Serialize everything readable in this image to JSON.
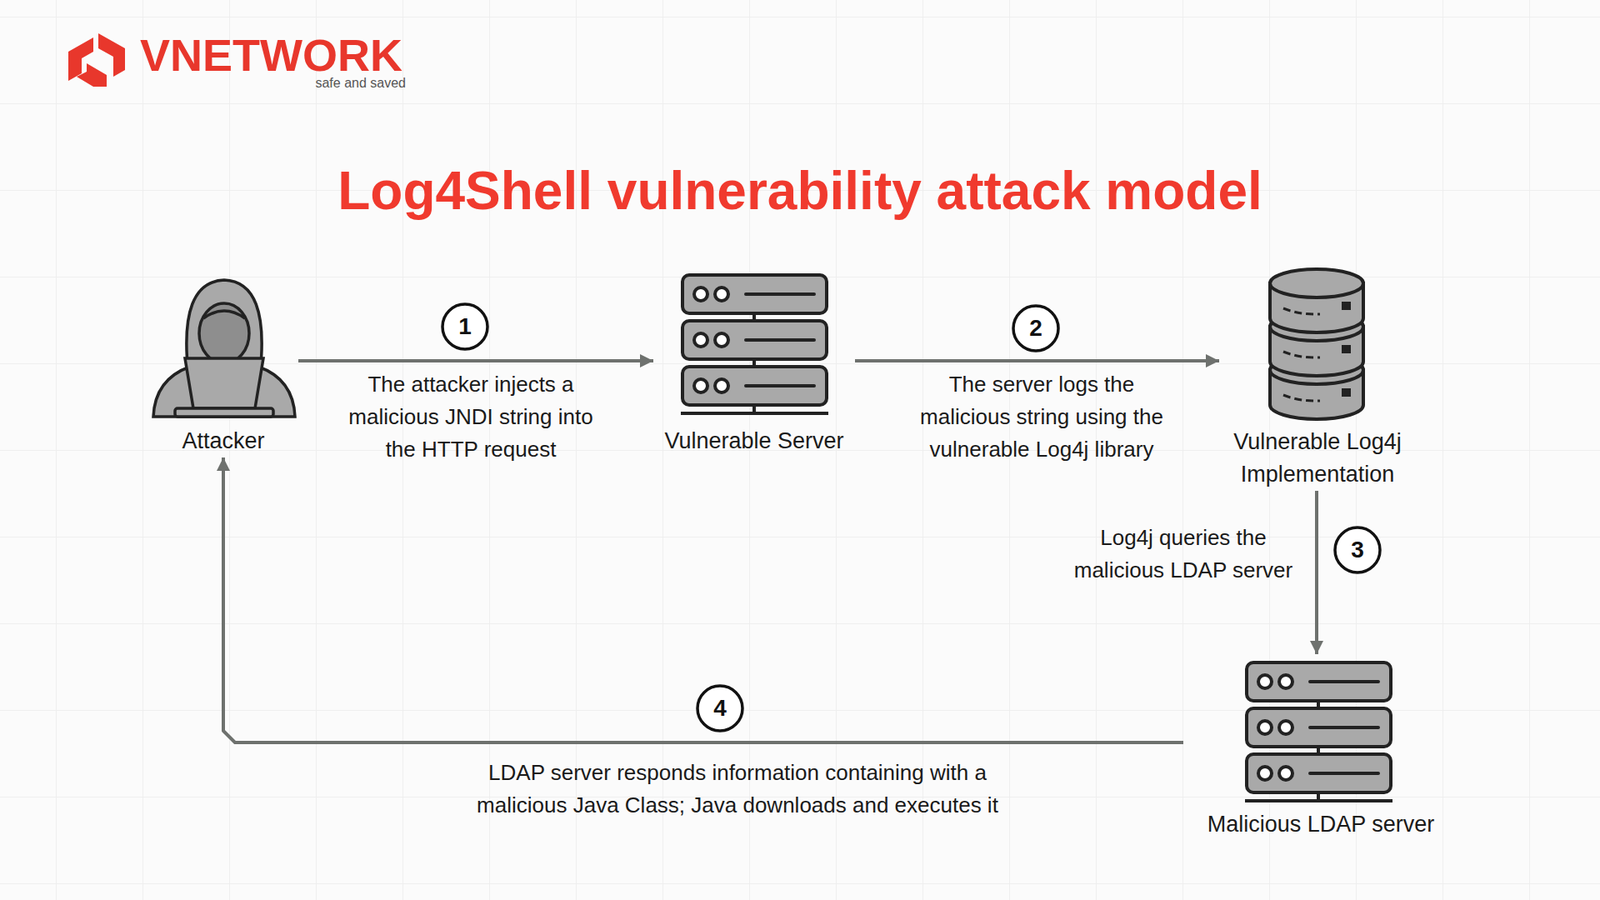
{
  "diagram": {
    "title": "Log4Shell vulnerability attack model",
    "nodes": [
      {
        "text": [
          "Attacker"
        ]
      },
      {
        "text": [
          "Vulnerable Server"
        ]
      },
      {
        "text": [
          "Vulnerable Log4j Implementation"
        ]
      },
      {
        "text": [
          "Malicious LDAP server"
        ]
      }
    ],
    "edges": [
      {
        "from": 0,
        "to": 1,
        "label": "The attacker injects a malicious JNDI string into the HTTP request",
        "arrow": "to"
      },
      {
        "from": 1,
        "to": 2,
        "label": "The server logs the malicious string using the vulnerable Log4j library",
        "arrow": "to"
      },
      {
        "from": 2,
        "to": 3,
        "label": "Log4j queries the malicious LDAP server",
        "arrow": "to"
      },
      {
        "from": 3,
        "to": 0,
        "label": "LDAP server responds information containing with a malicious Java Class; Java downloads and executes it",
        "arrow": "to"
      }
    ],
    "labels": [
      "VNETWORK",
      "safe and saved",
      "1",
      "2",
      "3",
      "4"
    ]
  }
}
